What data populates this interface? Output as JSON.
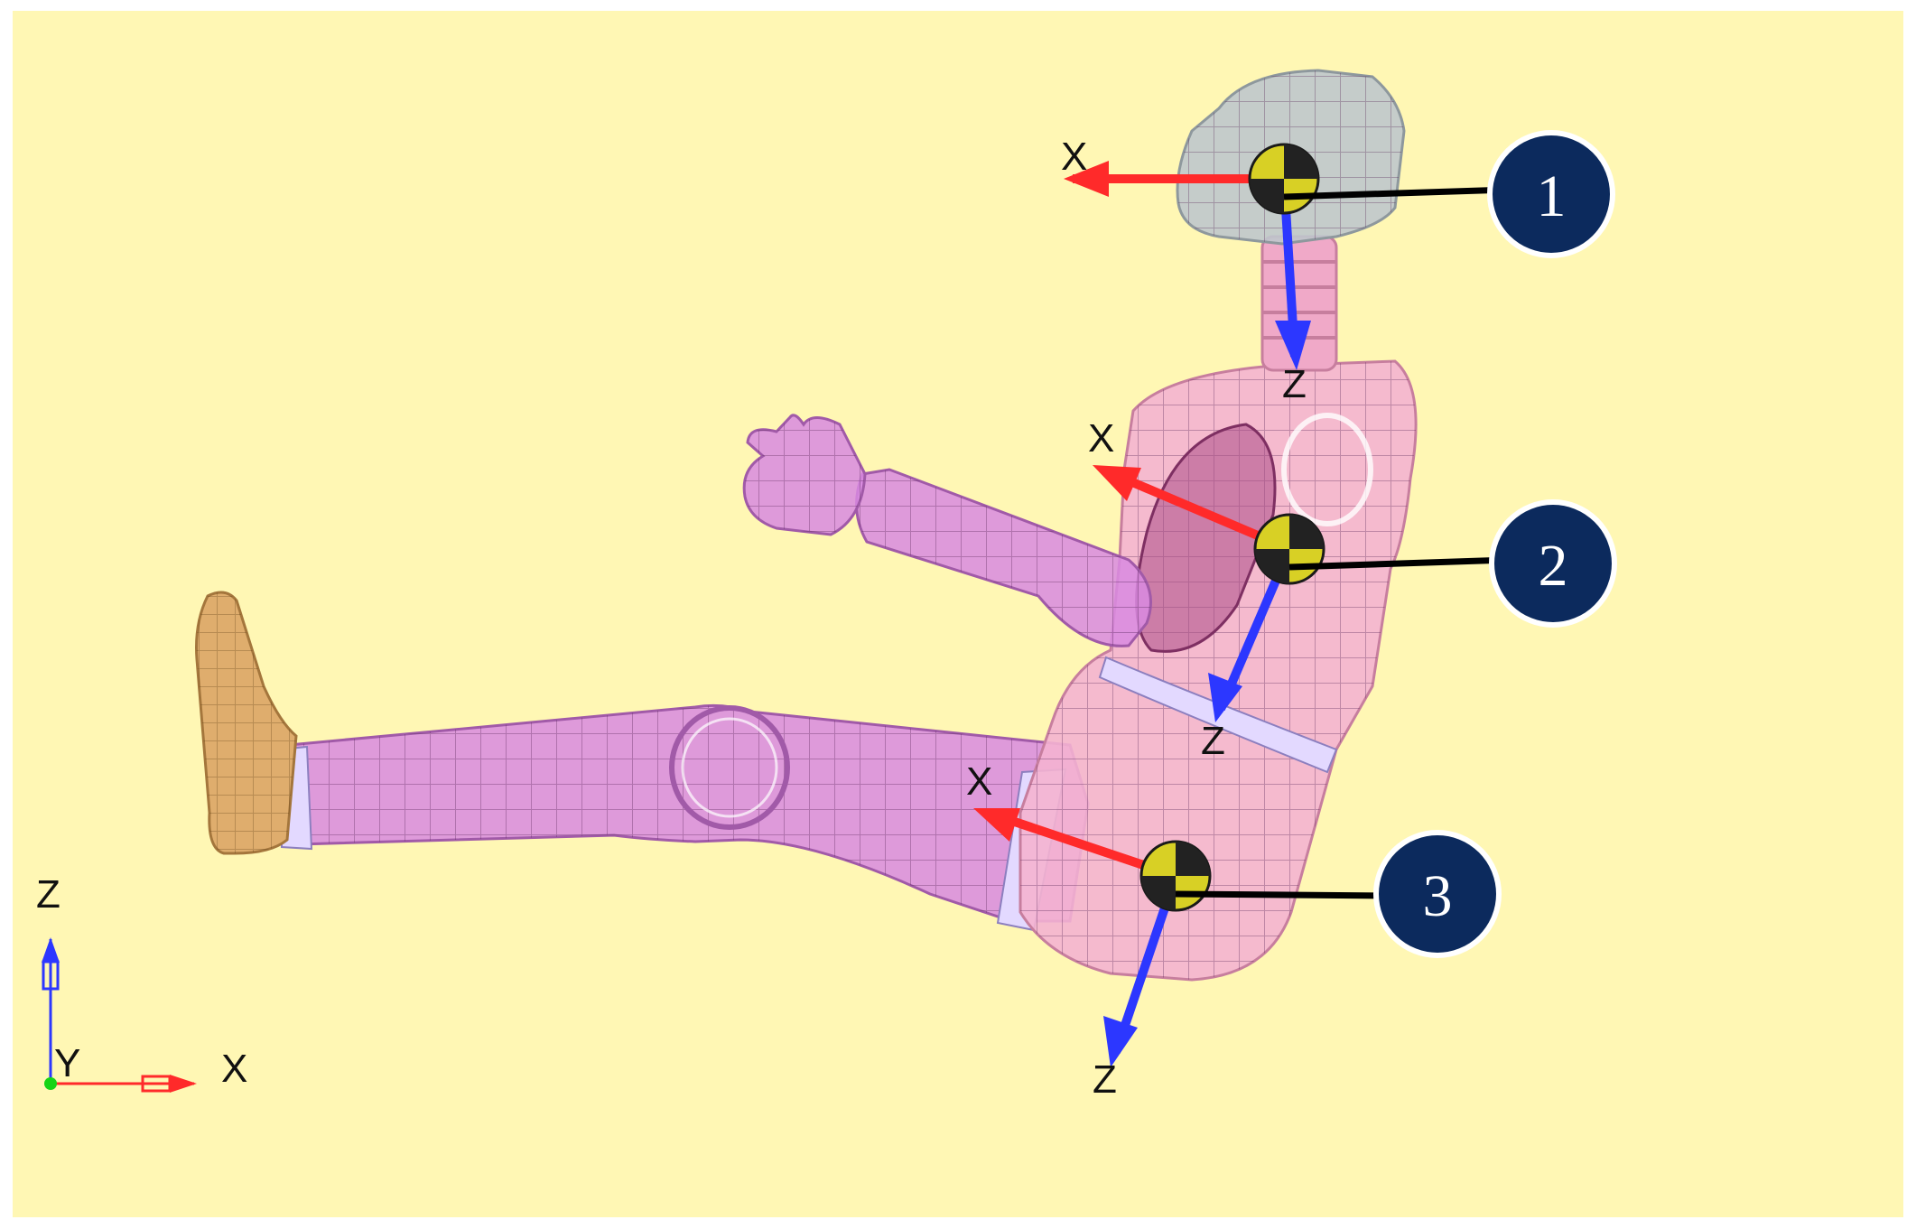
{
  "background_color": "#fff7b4",
  "body_colors": {
    "limb": "#d88ae0",
    "limb_edge": "#a15aa8",
    "torso": "#f4b3d0",
    "torso_edge": "#c77e9e",
    "head": "#bfc7cc",
    "head_edge": "#8e989d",
    "neck": "#f0a9c8",
    "foot": "#dfad6d",
    "foot_edge": "#a4763c",
    "band": "#e3d9ff",
    "inner_organ": "#a94b86"
  },
  "axis_colors": {
    "x": "#ff2a2a",
    "z": "#2c37ff",
    "y_origin": "#16d416"
  },
  "accelerometers": [
    {
      "id": "head",
      "number": "1",
      "x_label": "X",
      "z_label": "Z"
    },
    {
      "id": "chest",
      "number": "2",
      "x_label": "X",
      "z_label": "Z"
    },
    {
      "id": "pelvis",
      "number": "3",
      "x_label": "X",
      "z_label": "Z"
    }
  ],
  "global_triad": {
    "z_label": "Z",
    "y_label": "Y",
    "x_label": "X"
  },
  "callout_fill": "#0c2a5d"
}
